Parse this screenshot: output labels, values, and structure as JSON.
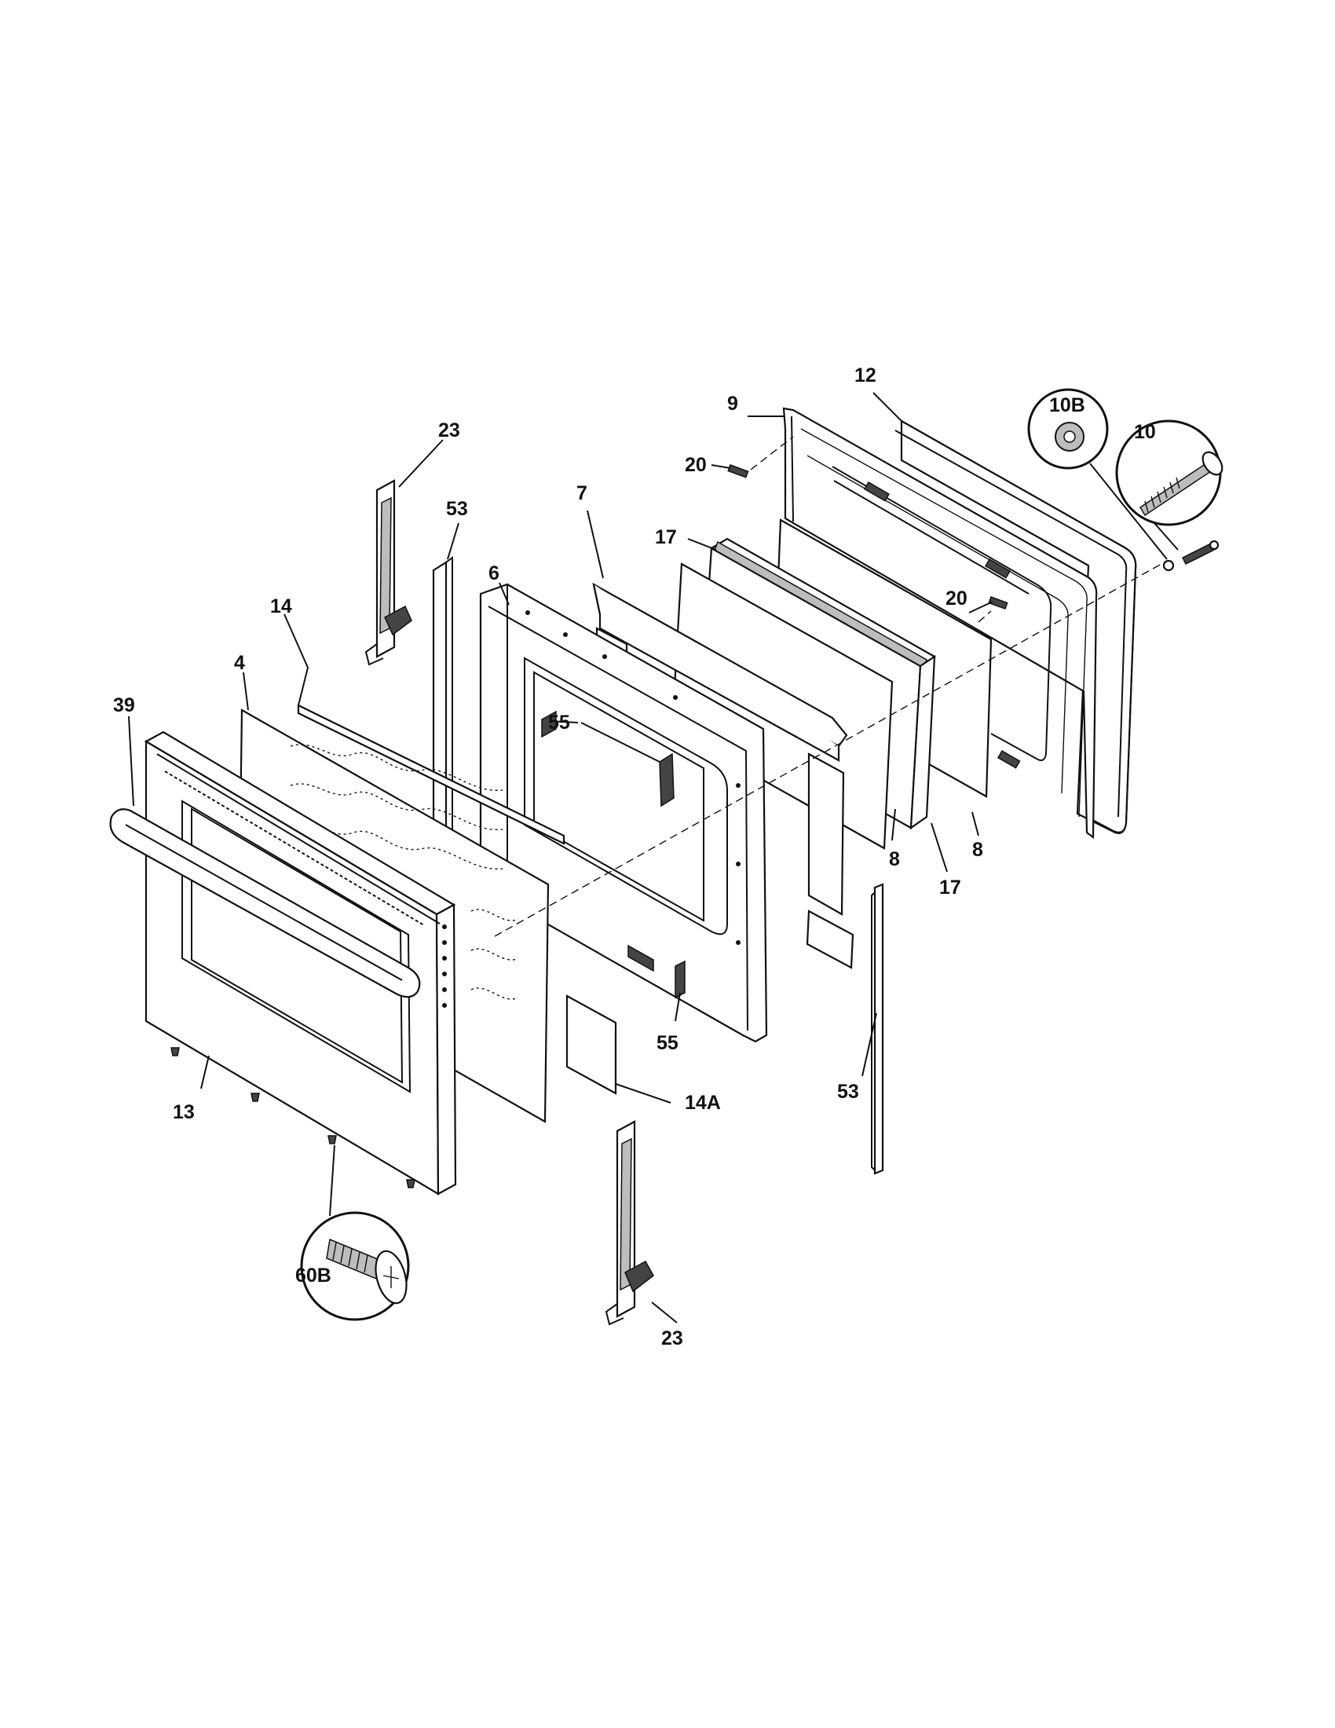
{
  "labels": {
    "p23_top": "23",
    "p53_top": "53",
    "p14": "14",
    "p4": "4",
    "p39": "39",
    "p6": "6",
    "p7": "7",
    "p17_top": "17",
    "p9": "9",
    "p12": "12",
    "p20_top": "20",
    "p20_right": "20",
    "p10b": "10B",
    "p10": "10",
    "p55_top": "55",
    "p55_bottom": "55",
    "p8_right": "8",
    "p8_mid": "8",
    "p17_bottom": "17",
    "p53_bottom": "53",
    "p14a": "14A",
    "p13": "13",
    "p60b": "60B",
    "p23_bottom": "23"
  }
}
